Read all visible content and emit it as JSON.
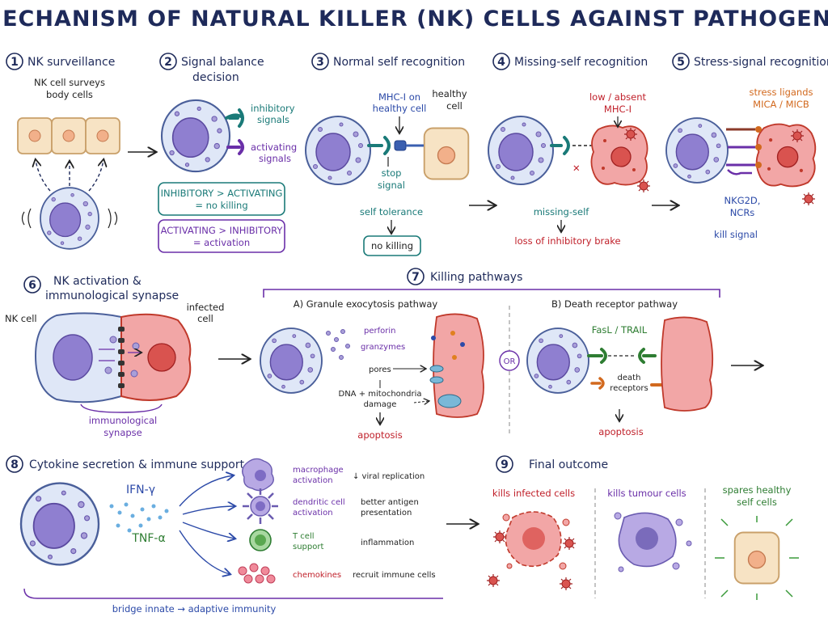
{
  "title": "MECHANISM OF NATURAL KILLER (NK) CELLS AGAINST PATHOGENS",
  "panels": {
    "p1": {
      "num": "1",
      "heading": "NK surveillance",
      "note": [
        "NK cell surveys",
        "body cells"
      ]
    },
    "p2": {
      "num": "2",
      "heading": [
        "Signal balance",
        "decision"
      ],
      "inhibitory": [
        "inhibitory",
        "signals"
      ],
      "activating": [
        "activating",
        "signals"
      ],
      "box1": [
        "INHIBITORY > ACTIVATING",
        "= no killing"
      ],
      "box2": [
        "ACTIVATING > INHIBITORY",
        "= activation"
      ]
    },
    "p3": {
      "num": "3",
      "heading": "Normal self recognition",
      "mhc": [
        "MHC-I on",
        "healthy cell"
      ],
      "healthy": [
        "healthy",
        "cell"
      ],
      "stop": [
        "stop",
        "signal"
      ],
      "tolerance": "self tolerance",
      "nokill": "no killing"
    },
    "p4": {
      "num": "4",
      "heading": "Missing-self recognition",
      "low": [
        "low / absent",
        "MHC-I"
      ],
      "missing": "missing-self",
      "loss": "loss of inhibitory brake"
    },
    "p5": {
      "num": "5",
      "heading": "Stress-signal recognition",
      "ligands": [
        "stress ligands",
        "MICA / MICB"
      ],
      "receptors": [
        "NKG2D,",
        "NCRs"
      ],
      "kill": "kill signal"
    },
    "p6": {
      "num": "6",
      "heading": [
        "NK activation &",
        "immunological synapse"
      ],
      "nk": "NK cell",
      "infected": [
        "infected",
        "cell"
      ],
      "synapse": [
        "immunological",
        "synapse"
      ]
    },
    "p7": {
      "num": "7",
      "heading": "Killing pathways",
      "a_title": "A) Granule exocytosis pathway",
      "perforin": "perforin",
      "granzymes": "granzymes",
      "pores": "pores",
      "dna": [
        "DNA + mitochondria",
        "damage"
      ],
      "apoptosis_a": "apoptosis",
      "or": "OR",
      "b_title": "B) Death receptor pathway",
      "fasl": "FasL / TRAIL",
      "death": [
        "death",
        "receptors"
      ],
      "apoptosis_b": "apoptosis"
    },
    "p8": {
      "num": "8",
      "heading": "Cytokine secretion & immune support",
      "ifn": "IFN-γ",
      "tnf": "TNF-α",
      "rows": [
        {
          "label": [
            "macrophage",
            "activation"
          ],
          "effect": [
            "↓ viral replication"
          ]
        },
        {
          "label": [
            "dendritic cell",
            "activation"
          ],
          "effect": [
            "better antigen",
            "presentation"
          ]
        },
        {
          "label": [
            "T cell",
            "support"
          ],
          "effect": [
            "inflammation"
          ]
        },
        {
          "label": [
            "chemokines"
          ],
          "effect": [
            "recruit immune cells"
          ]
        }
      ],
      "bridge": "bridge innate → adaptive immunity"
    },
    "p9": {
      "num": "9",
      "heading": "Final outcome",
      "o1": "kills infected cells",
      "o2": "kills tumour cells",
      "o3": [
        "spares healthy",
        "self cells"
      ]
    }
  },
  "colors": {
    "navy": "#1e2a5a",
    "teal": "#1a7a78",
    "purple": "#6a2fa8",
    "red": "#c0202a",
    "orange": "#d2691e",
    "green": "#2e7d32",
    "nk_fill": "#dfe7f7",
    "nucleus": "#8f7fd0",
    "infected_fill": "#f2a6a6",
    "healthy_fill": "#f7e3c4"
  },
  "icons": [
    "nk-cell-icon",
    "healthy-cell-icon",
    "infected-cell-icon",
    "virus-icon",
    "macrophage-icon",
    "dendritic-cell-icon",
    "t-cell-icon",
    "tumour-cell-icon"
  ]
}
